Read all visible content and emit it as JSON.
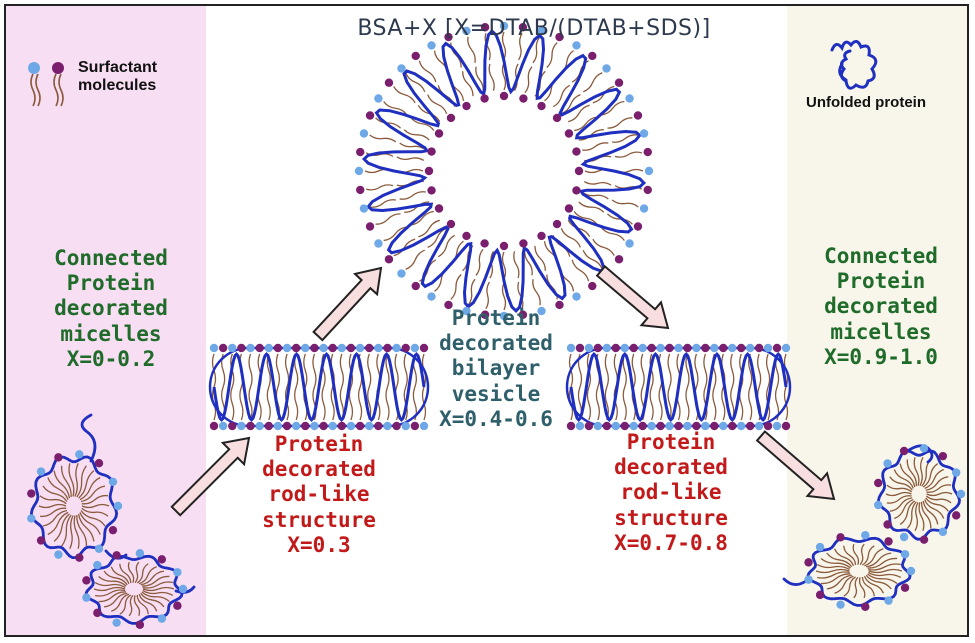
{
  "title": "BSA+X [X=DTAB/(DTAB+SDS)]",
  "legend": {
    "surfactant_line1": "Surfactant",
    "surfactant_line2": "molecules",
    "unfolded": "Unfolded protein"
  },
  "stages": {
    "left": {
      "l1": "Connected",
      "l2": "Protein",
      "l3": "decorated",
      "l4": "micelles",
      "x": "X=0-0.2"
    },
    "rod1": {
      "l1": "Protein",
      "l2": "decorated",
      "l3": "rod-like",
      "l4": "structure",
      "x": "X=0.3"
    },
    "vesicle": {
      "l1": "Protein",
      "l2": "decorated",
      "l3": "bilayer",
      "l4": "vesicle",
      "x": "X=0.4-0.6"
    },
    "rod2": {
      "l1": "Protein",
      "l2": "decorated",
      "l3": "rod-like",
      "l4": "structure",
      "x": "X=0.7-0.8"
    },
    "right": {
      "l1": "Connected",
      "l2": "Protein",
      "l3": "decorated",
      "l4": "micelles",
      "x": "X=0.9-1.0"
    }
  },
  "colors": {
    "protein": "#1f2fbf",
    "head_blue": "#6fa8e6",
    "head_purple": "#7a1f6e",
    "tail": "#8a5a3c",
    "arrow_fill": "#f8dede",
    "left_panel": "#f7def3",
    "right_panel": "#f8f5ea"
  }
}
